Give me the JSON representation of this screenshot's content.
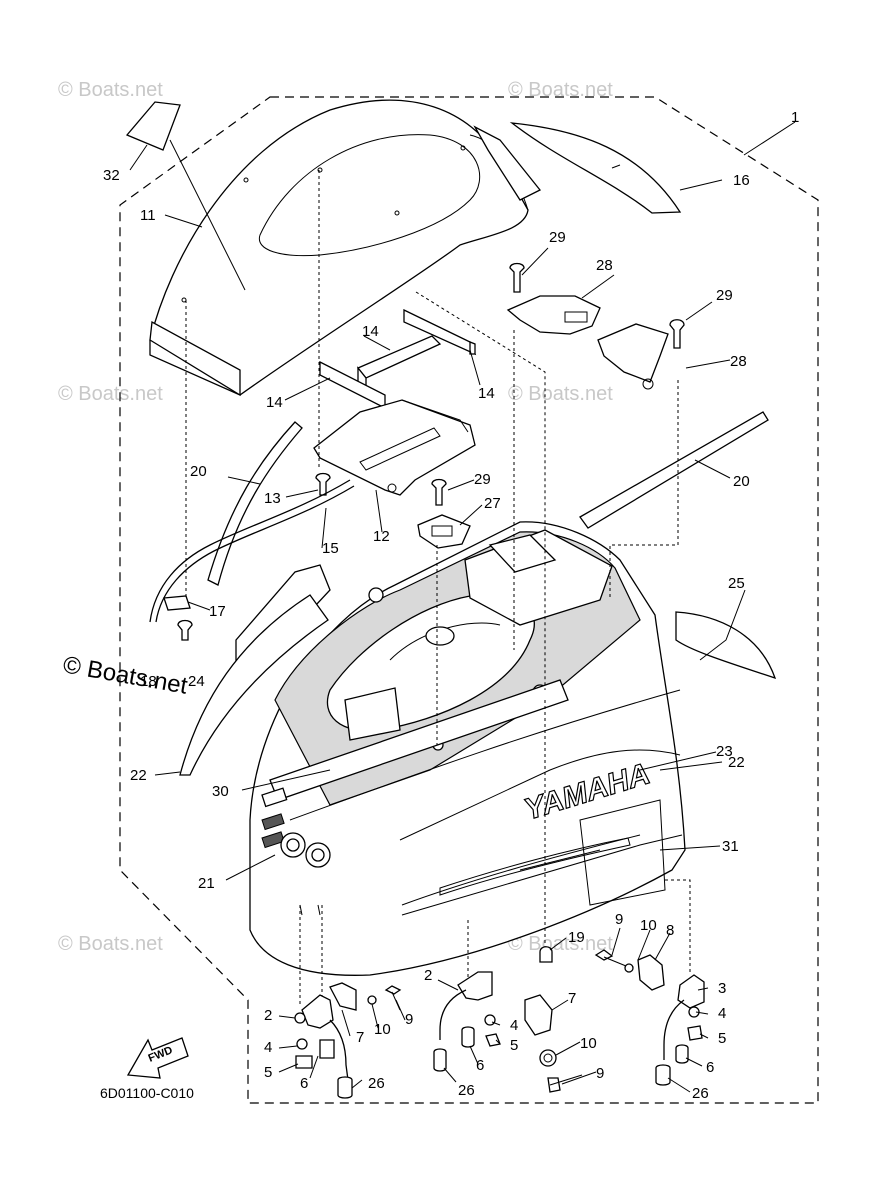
{
  "watermark": "© Boats.net",
  "diagram_code": "6D01100-C010",
  "fwd_label": "FWD",
  "brand_text": "YAMAHA",
  "callouts": [
    {
      "id": "c1",
      "text": "1"
    },
    {
      "id": "c32",
      "text": "32"
    },
    {
      "id": "c11",
      "text": "11"
    },
    {
      "id": "c16",
      "text": "16"
    },
    {
      "id": "c29a",
      "text": "29"
    },
    {
      "id": "c28a",
      "text": "28"
    },
    {
      "id": "c29b",
      "text": "29"
    },
    {
      "id": "c28b",
      "text": "28"
    },
    {
      "id": "c14a",
      "text": "14"
    },
    {
      "id": "c14b",
      "text": "14"
    },
    {
      "id": "c14c",
      "text": "14"
    },
    {
      "id": "c20a",
      "text": "20"
    },
    {
      "id": "c20b",
      "text": "20"
    },
    {
      "id": "c13",
      "text": "13"
    },
    {
      "id": "c12",
      "text": "12"
    },
    {
      "id": "c29c",
      "text": "29"
    },
    {
      "id": "c27",
      "text": "27"
    },
    {
      "id": "c15",
      "text": "15"
    },
    {
      "id": "c17",
      "text": "17"
    },
    {
      "id": "c18",
      "text": "18"
    },
    {
      "id": "c24",
      "text": "24"
    },
    {
      "id": "c25",
      "text": "25"
    },
    {
      "id": "c23",
      "text": "23"
    },
    {
      "id": "c22a",
      "text": "22"
    },
    {
      "id": "c22b",
      "text": "22"
    },
    {
      "id": "c30",
      "text": "30"
    },
    {
      "id": "c31",
      "text": "31"
    },
    {
      "id": "c21",
      "text": "21"
    },
    {
      "id": "c19",
      "text": "19"
    },
    {
      "id": "c9a",
      "text": "9"
    },
    {
      "id": "c10a",
      "text": "10"
    },
    {
      "id": "c8",
      "text": "8"
    },
    {
      "id": "c3",
      "text": "3"
    },
    {
      "id": "c4a",
      "text": "4"
    },
    {
      "id": "c5a",
      "text": "5"
    },
    {
      "id": "c6a",
      "text": "6"
    },
    {
      "id": "c26a",
      "text": "26"
    },
    {
      "id": "c2a",
      "text": "2"
    },
    {
      "id": "c4b",
      "text": "4"
    },
    {
      "id": "c5b",
      "text": "5"
    },
    {
      "id": "c6b",
      "text": "6"
    },
    {
      "id": "c26b",
      "text": "26"
    },
    {
      "id": "c7a",
      "text": "7"
    },
    {
      "id": "c10b",
      "text": "10"
    },
    {
      "id": "c9b",
      "text": "9"
    },
    {
      "id": "c2b",
      "text": "2"
    },
    {
      "id": "c4c",
      "text": "4"
    },
    {
      "id": "c5c",
      "text": "5"
    },
    {
      "id": "c6c",
      "text": "6"
    },
    {
      "id": "c26c",
      "text": "26"
    },
    {
      "id": "c7b",
      "text": "7"
    },
    {
      "id": "c10c",
      "text": "10"
    },
    {
      "id": "c9c",
      "text": "9"
    }
  ]
}
